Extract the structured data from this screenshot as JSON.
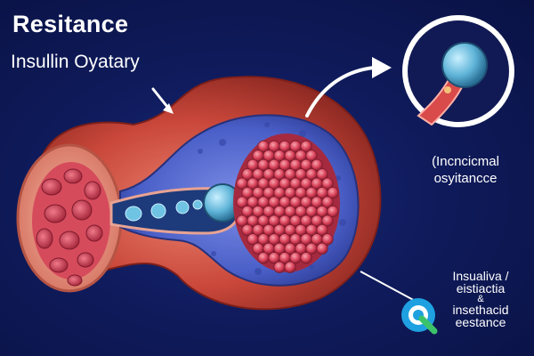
{
  "title": "Resitance",
  "subtitle": "Insullin Oyatary",
  "callout": {
    "line1": "(Incncicmal",
    "line2": "osyitancce"
  },
  "stack": {
    "line1": "Insualiva /",
    "line2": "eistiactia",
    "sep": "&",
    "line3": "insethacid",
    "line4": "eestance"
  },
  "colors": {
    "background": "#0f1b5c",
    "outer_tissue": "#c9473a",
    "inner_chamber": "#4a5fc8",
    "cell_cluster": "#d9425a",
    "nucleus": "#5fb4d8",
    "text": "#ffffff"
  },
  "icons": [
    "arrow-curved-icon",
    "watermark-logo-icon"
  ]
}
